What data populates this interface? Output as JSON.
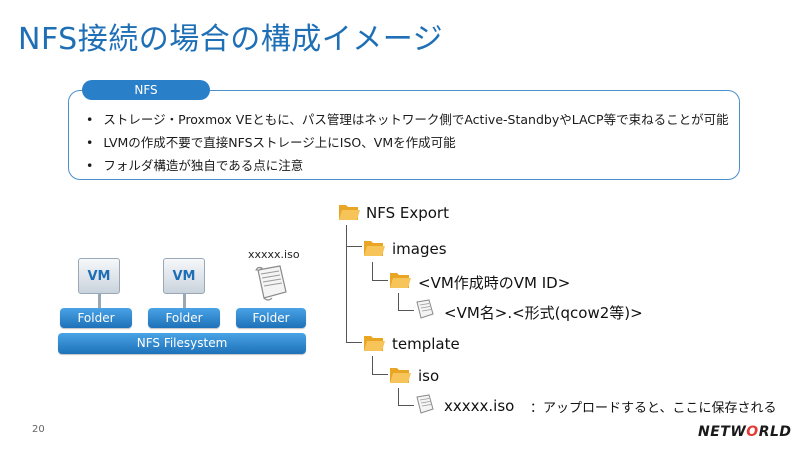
{
  "title": "NFS接続の場合の構成イメージ",
  "nfs_box": {
    "tab_label": "NFS",
    "bullets": [
      "ストレージ・Proxmox VEともに、パス管理はネットワーク側でActive-StandbyやLACP等で束ねることが可能",
      "LVMの作成不要で直接NFSストレージ上にISO、VMを作成可能",
      "フォルダ構造が独自である点に注意"
    ]
  },
  "left_diagram": {
    "vm_label": "VM",
    "folder_label": "Folder",
    "filesystem_label": "NFS Filesystem",
    "iso_file_label": "xxxxx.iso"
  },
  "tree": {
    "root": "NFS Export",
    "images": "images",
    "vm_id": "<VM作成時のVM ID>",
    "vm_file": "<VM名>.<形式(qcow2等)>",
    "template": "template",
    "iso": "iso",
    "iso_file": "xxxxx.iso",
    "iso_note": "：アップロードすると、ここに保存される"
  },
  "footer": {
    "page_number": "20",
    "logo_text": "NETWORLD"
  },
  "colors": {
    "title": "#1f6fb6",
    "accent_blue": "#2a7fc9",
    "folder_yellow": "#f2b234"
  }
}
